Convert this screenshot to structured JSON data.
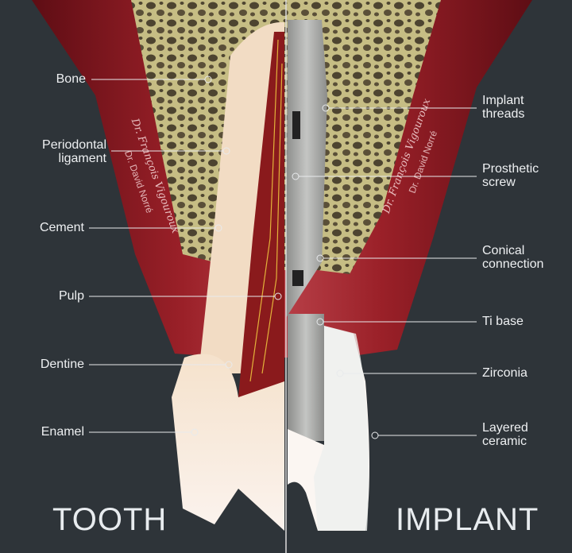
{
  "labels_left": [
    {
      "text": "Bone"
    },
    {
      "text": "Periodontal ligament"
    },
    {
      "text": "Cement"
    },
    {
      "text": "Pulp"
    },
    {
      "text": "Dentine"
    },
    {
      "text": "Enamel"
    }
  ],
  "labels_right": [
    {
      "text": "Implant threads"
    },
    {
      "text": "Prosthetic screw"
    },
    {
      "text": "Conical connection"
    },
    {
      "text": "Ti base"
    },
    {
      "text": "Zirconia"
    },
    {
      "text": "Layered ceramic"
    }
  ],
  "titles": {
    "left": "TOOTH",
    "right": "IMPLANT"
  },
  "signature": {
    "line1": "Dr. François Vigouroux",
    "line2": "Dr. David Norré"
  },
  "colors": {
    "background": "#2e3439",
    "gum": "#8c1a22",
    "bone": "#c9bf86",
    "tooth": "#f3dcc4",
    "implant": "#a9aaa8",
    "label": "#eef0f2"
  }
}
